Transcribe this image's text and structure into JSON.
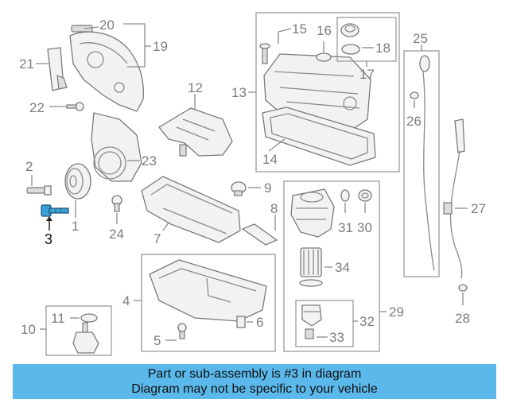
{
  "callouts": {
    "n1": "1",
    "n2": "2",
    "n3": "3",
    "n4": "4",
    "n5": "5",
    "n6": "6",
    "n7": "7",
    "n8": "8",
    "n9": "9",
    "n10": "10",
    "n11": "11",
    "n12": "12",
    "n13": "13",
    "n14": "14",
    "n15": "15",
    "n16": "16",
    "n17": "17",
    "n18": "18",
    "n19": "19",
    "n20": "20",
    "n21": "21",
    "n22": "22",
    "n23": "23",
    "n24": "24",
    "n25": "25",
    "n26": "26",
    "n27": "27",
    "n28": "28",
    "n29": "29",
    "n30": "30",
    "n31": "31",
    "n32": "32",
    "n33": "33",
    "n34": "34"
  },
  "highlighted_part": {
    "number": "3",
    "color": "#3aa0d8"
  },
  "banner": {
    "line1": "Part or sub-assembly is #3 in diagram",
    "line2": "Diagram may not be specific to your vehicle",
    "color": "#5bb8ea"
  }
}
